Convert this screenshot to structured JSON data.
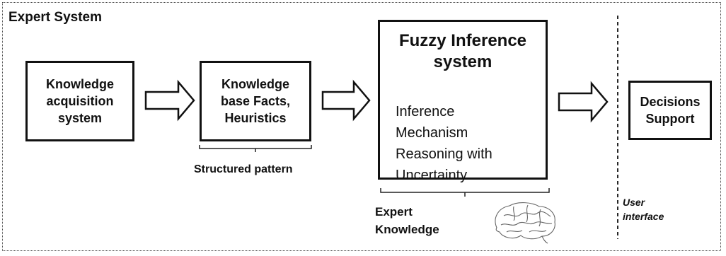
{
  "title": "Expert System",
  "boxes": {
    "knowledge_acquisition": "Knowledge\nacquisition\nsystem",
    "knowledge_base": "Knowledge\nbase Facts,\nHeuristics",
    "fuzzy_title": "Fuzzy Inference\nsystem",
    "fuzzy_lines": [
      "Inference",
      "Mechanism",
      "Reasoning with",
      "Uncertainty"
    ],
    "decisions": "Decisions\nSupport"
  },
  "labels": {
    "structured_pattern": "Structured pattern",
    "expert_knowledge": [
      "Expert",
      "Knowledge"
    ],
    "user_interface": "User\ninterface"
  },
  "icons": [
    "right-arrow-icon",
    "brain-icon"
  ]
}
